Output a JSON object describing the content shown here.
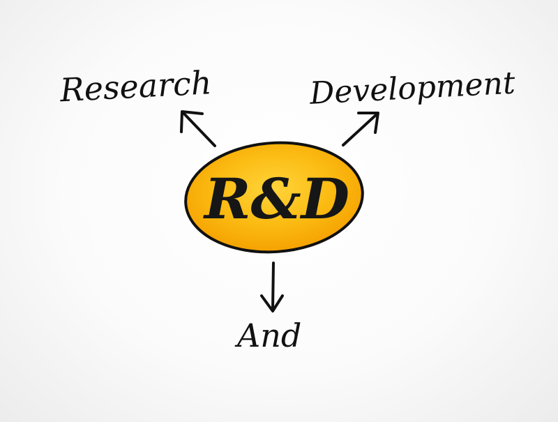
{
  "diagram": {
    "center": {
      "label": "R&D",
      "fill_color": "#f7a900",
      "highlight_color": "#ffd43a",
      "stroke_color": "#111111"
    },
    "branches": [
      {
        "label": "Research",
        "direction": "up-left"
      },
      {
        "label": "Development",
        "direction": "up-right"
      },
      {
        "label": "And",
        "direction": "down"
      }
    ]
  }
}
